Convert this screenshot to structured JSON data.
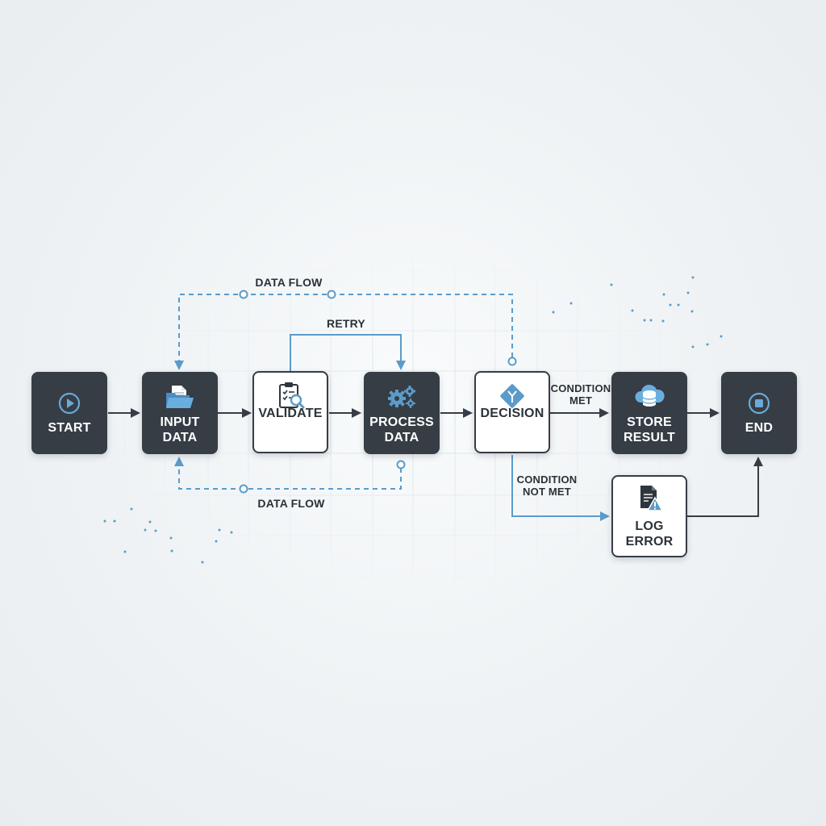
{
  "colors": {
    "dark_node": "#363d45",
    "light_node": "#ffffff",
    "accent": "#5b9bc9",
    "arrow": "#363d45",
    "grid": "#dde3e8"
  },
  "nodes": {
    "start": {
      "label": "START",
      "icon": "play-circle-icon"
    },
    "input_data": {
      "line1": "INPUT",
      "line2": "DATA",
      "icon": "folder-document-icon"
    },
    "validate": {
      "label": "VALIDATE",
      "icon": "clipboard-search-icon"
    },
    "process_data": {
      "line1": "PROCESS",
      "line2": "DATA",
      "icon": "gears-icon"
    },
    "decision": {
      "label": "DECISION",
      "icon": "decision-diamond-icon"
    },
    "store_result": {
      "line1": "STORE",
      "line2": "RESULT",
      "icon": "cloud-database-icon"
    },
    "end": {
      "label": "END",
      "icon": "stop-circle-icon"
    },
    "log_error": {
      "line1": "LOG",
      "line2": "ERROR",
      "icon": "document-warning-icon"
    }
  },
  "edge_labels": {
    "data_flow_top": "DATA FLOW",
    "data_flow_bottom": "DATA FLOW",
    "retry": "RETRY",
    "condition_met_1": "CONDITION",
    "condition_met_2": "MET",
    "condition_not_met_1": "CONDITION",
    "condition_not_met_2": "NOT MET"
  }
}
